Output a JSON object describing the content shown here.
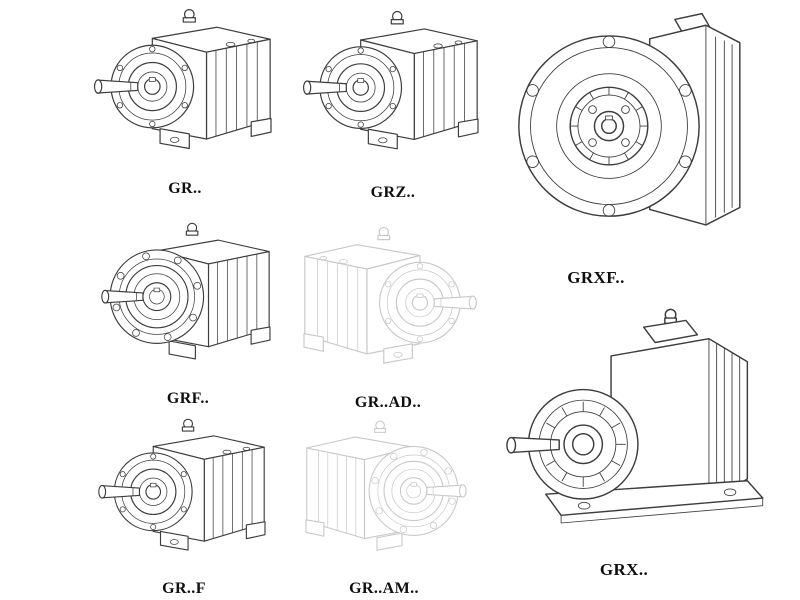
{
  "figures": [
    {
      "id": "gr",
      "label": "GR.."
    },
    {
      "id": "grz",
      "label": "GRZ.."
    },
    {
      "id": "grxf",
      "label": "GRXF.."
    },
    {
      "id": "grf",
      "label": "GRF.."
    },
    {
      "id": "gr_ad",
      "label": "GR..AD.."
    },
    {
      "id": "gr_f",
      "label": "GR..F"
    },
    {
      "id": "gr_am",
      "label": "GR..AM.."
    },
    {
      "id": "grx",
      "label": "GRX.."
    }
  ],
  "colors": {
    "line": "#3d3d3d",
    "faint_line": "#c9c9c9",
    "label": "#0f0f0f",
    "background": "#ffffff"
  }
}
